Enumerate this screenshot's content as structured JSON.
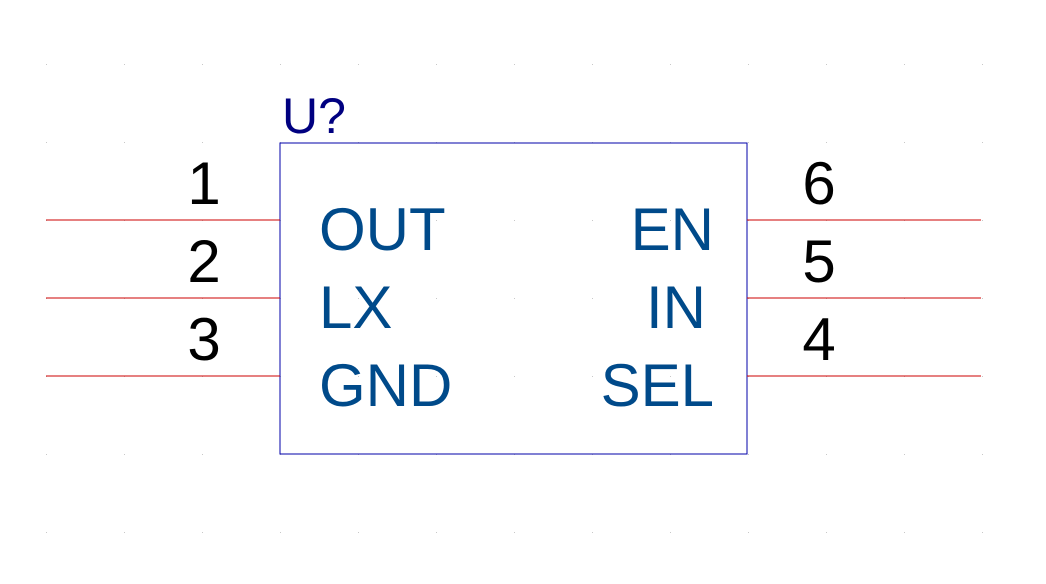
{
  "component": {
    "designator": "U?",
    "colors": {
      "body_outline": "#0000aa",
      "designator": "#000080",
      "pin_name": "#004a8a",
      "pin_number": "#000000",
      "pin_line": "#cc0000",
      "grid_dot": "#c8c8c8"
    },
    "left_pins": [
      {
        "number": "1",
        "name": "OUT"
      },
      {
        "number": "2",
        "name": "LX"
      },
      {
        "number": "3",
        "name": "GND"
      }
    ],
    "right_pins": [
      {
        "number": "6",
        "name": "EN"
      },
      {
        "number": "5",
        "name": "IN"
      },
      {
        "number": "4",
        "name": "SEL"
      }
    ]
  }
}
